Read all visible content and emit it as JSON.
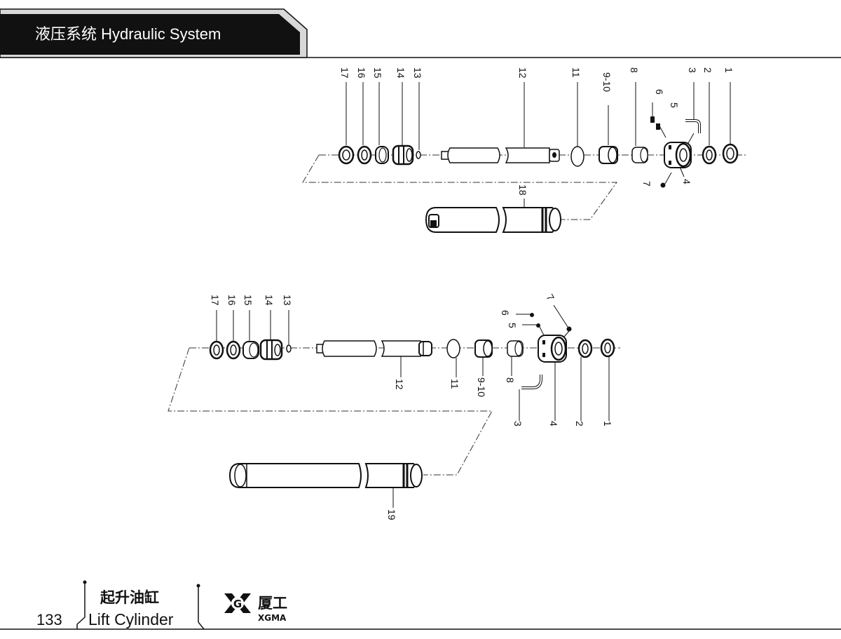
{
  "header": {
    "title": "液压系统 Hydraulic System"
  },
  "footer": {
    "page_number": "133",
    "title_zh": "起升油缸",
    "title_en": "Lift Cylinder"
  },
  "logo": {
    "mark_letter": "G",
    "name_zh": "厦工",
    "name_en": "XGMA"
  },
  "diagram": {
    "top_assembly": {
      "labels": [
        "17",
        "16",
        "15",
        "14",
        "13",
        "12",
        "11",
        "9-10",
        "8",
        "6",
        "5",
        "3",
        "2",
        "1",
        "7",
        "4",
        "18"
      ]
    },
    "bottom_assembly": {
      "labels": [
        "17",
        "16",
        "15",
        "14",
        "13",
        "7",
        "6",
        "5",
        "12",
        "11",
        "9-10",
        "8",
        "3",
        "4",
        "2",
        "1",
        "19"
      ]
    }
  }
}
